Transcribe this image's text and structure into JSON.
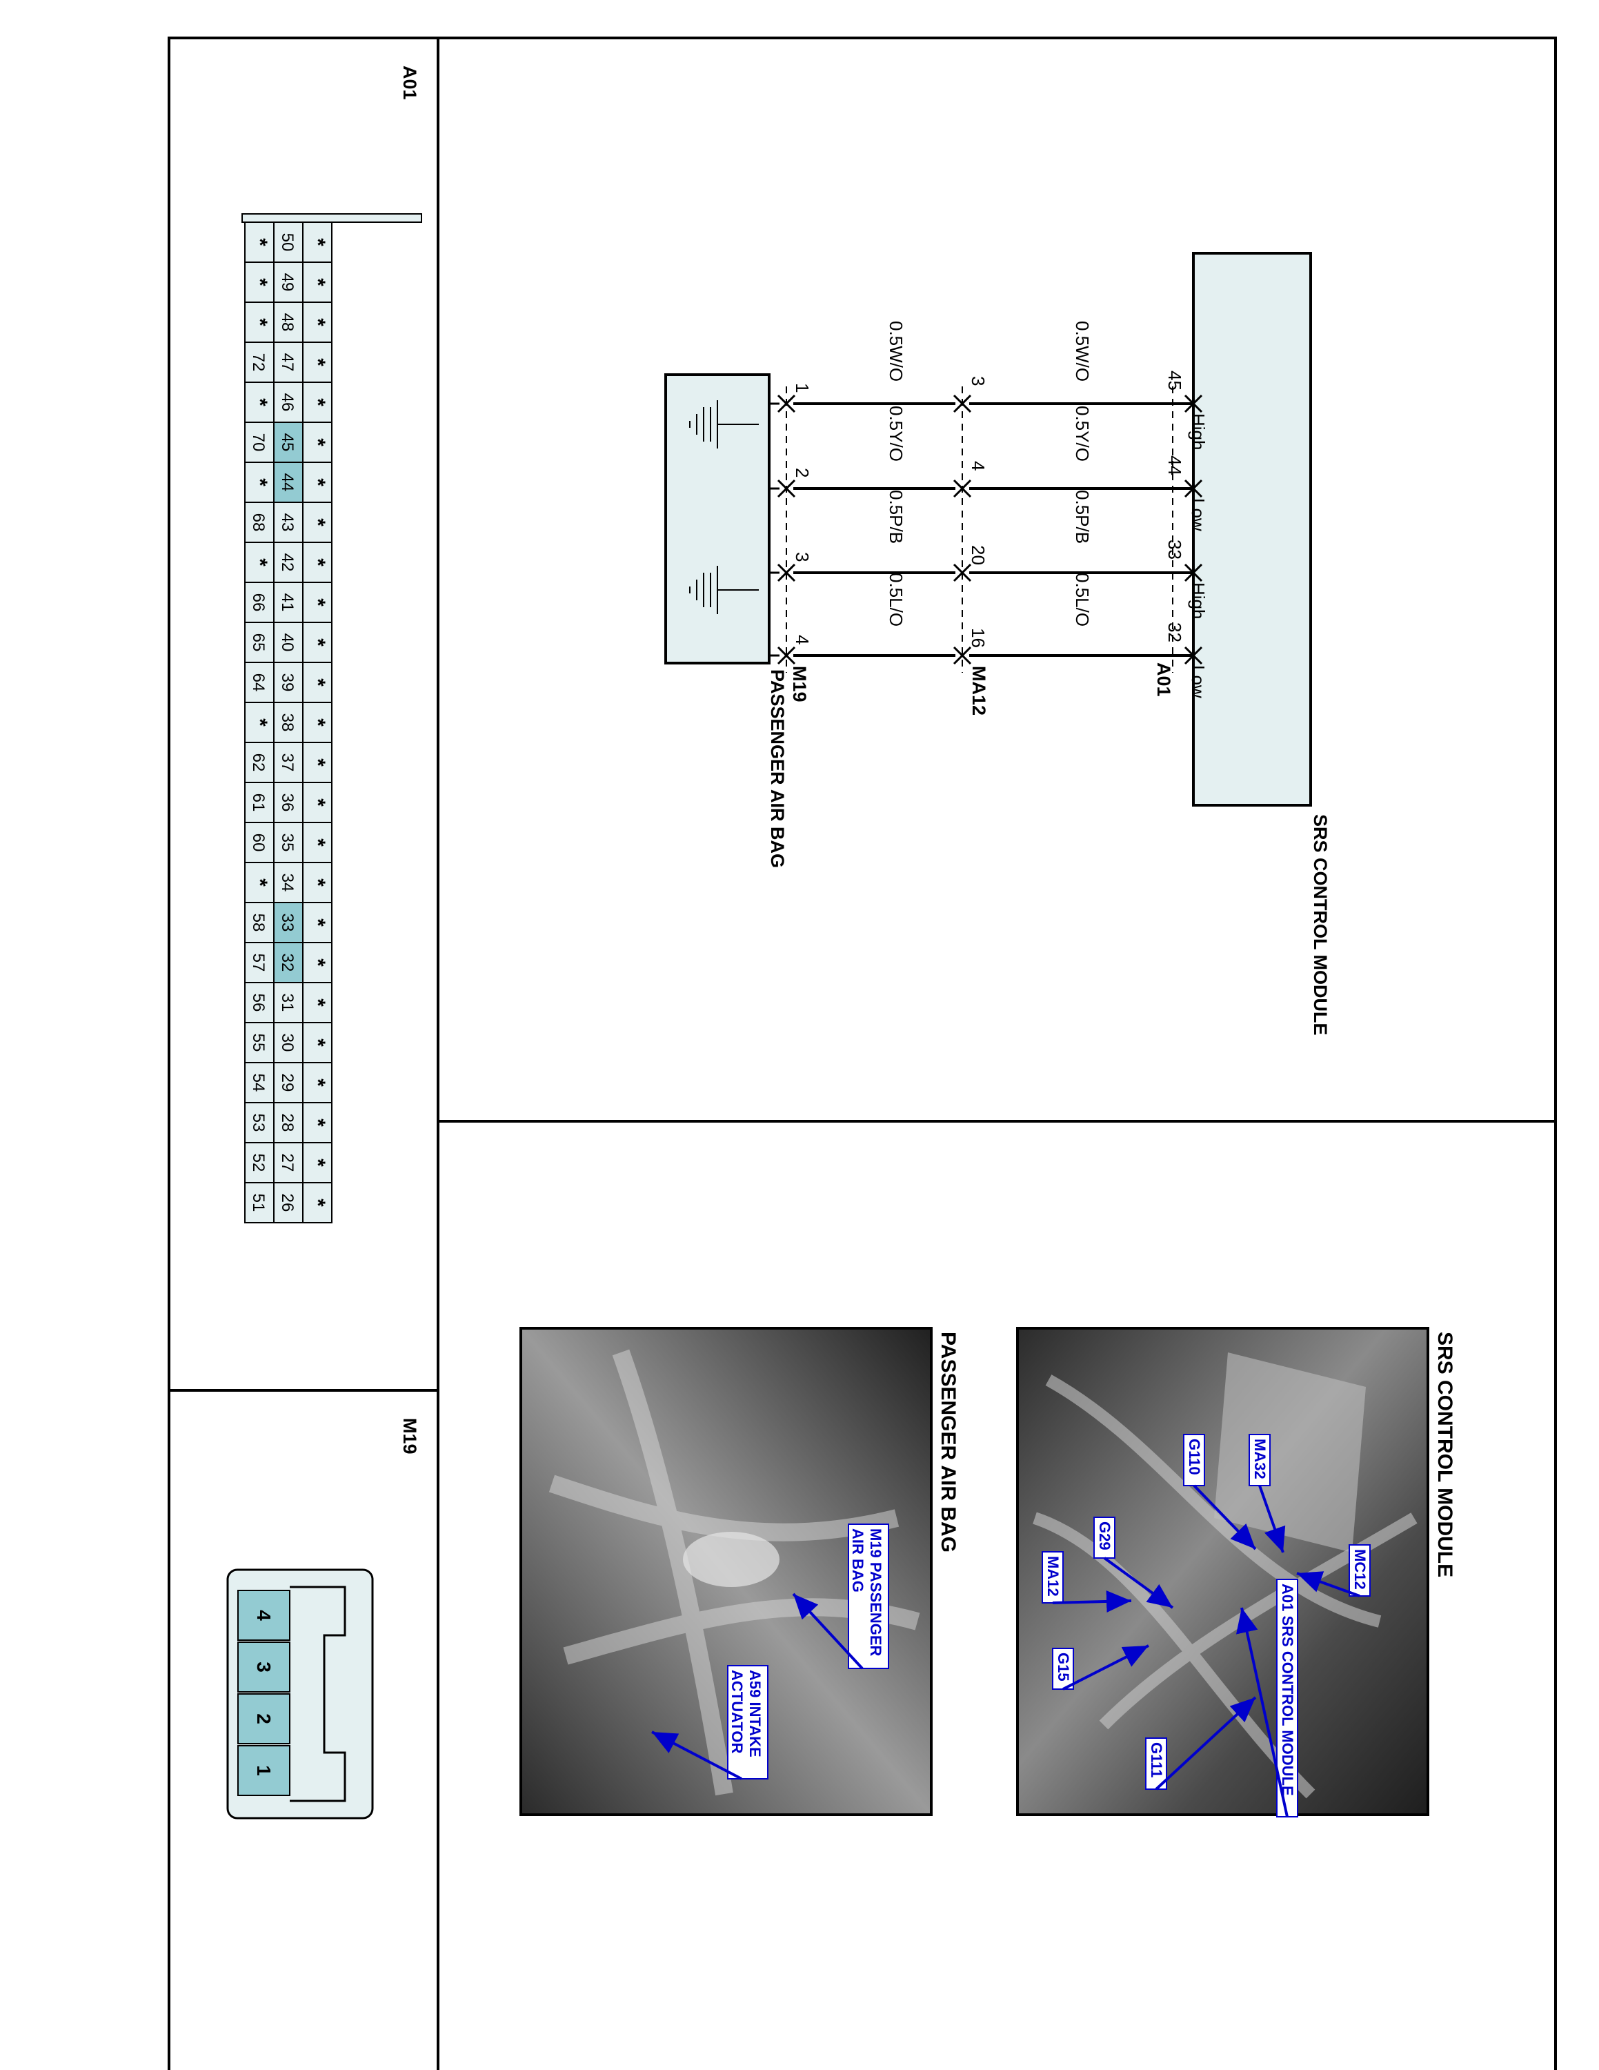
{
  "diagram": {
    "module": {
      "name": "SRS CONTROL MODULE",
      "connector": "A01",
      "pins": [
        "45",
        "44",
        "33",
        "32"
      ],
      "pin_modes": [
        "High",
        "Low",
        "High",
        "Low"
      ],
      "color": "#e4f0f1"
    },
    "wires_upper": [
      "0.5W/O",
      "0.5Y/O",
      "0.5P/B",
      "0.5L/O"
    ],
    "inline_connector": {
      "name": "MA12",
      "pins": [
        "3",
        "4",
        "20",
        "16"
      ]
    },
    "wires_lower": [
      "0.5W/O",
      "0.5Y/O",
      "0.5P/B",
      "0.5L/O"
    ],
    "airbag": {
      "name": "PASSENGER AIR BAG",
      "connector": "M19",
      "pins": [
        "1",
        "2",
        "3",
        "4"
      ]
    }
  },
  "connector_a01": {
    "id": "A01",
    "top_row": [
      "*",
      "*",
      "*",
      "*",
      "*",
      "*",
      "*",
      "*",
      "*",
      "*",
      "*",
      "*",
      "*",
      "*",
      "*",
      "*",
      "*",
      "*",
      "*",
      "*",
      "*",
      "*",
      "*",
      "*",
      "*"
    ],
    "mid_row": [
      "50",
      "49",
      "48",
      "47",
      "46",
      "45",
      "44",
      "43",
      "42",
      "41",
      "40",
      "39",
      "38",
      "37",
      "36",
      "35",
      "34",
      "33",
      "32",
      "31",
      "30",
      "29",
      "28",
      "27",
      "26"
    ],
    "bot_row": [
      "*",
      "*",
      "*",
      "72",
      "*",
      "70",
      "*",
      "68",
      "*",
      "66",
      "65",
      "64",
      "*",
      "62",
      "61",
      "60",
      "*",
      "58",
      "57",
      "56",
      "55",
      "54",
      "53",
      "52",
      "51"
    ],
    "highlighted_pins": [
      "45",
      "44",
      "33",
      "32"
    ],
    "highlight_color": "#93cbd2",
    "cell_color": "#e4f0f1"
  },
  "connector_m19": {
    "id": "M19",
    "pins": [
      "4",
      "3",
      "2",
      "1"
    ],
    "pin_color": "#93cbd2",
    "housing_color": "#e4f0f1"
  },
  "photo_srs": {
    "title": "SRS CONTROL MODULE",
    "callouts": [
      "MA32",
      "MC12",
      "G110",
      "A01 SRS CONTROL MODULE",
      "G29",
      "MA12",
      "G15",
      "G111"
    ],
    "callout_color": "#0000cc"
  },
  "photo_airbag": {
    "title": "PASSENGER AIR BAG",
    "callouts": [
      "M19 PASSENGER AIR BAG",
      "A59 INTAKE ACTUATOR"
    ],
    "callout_color": "#0000cc"
  }
}
